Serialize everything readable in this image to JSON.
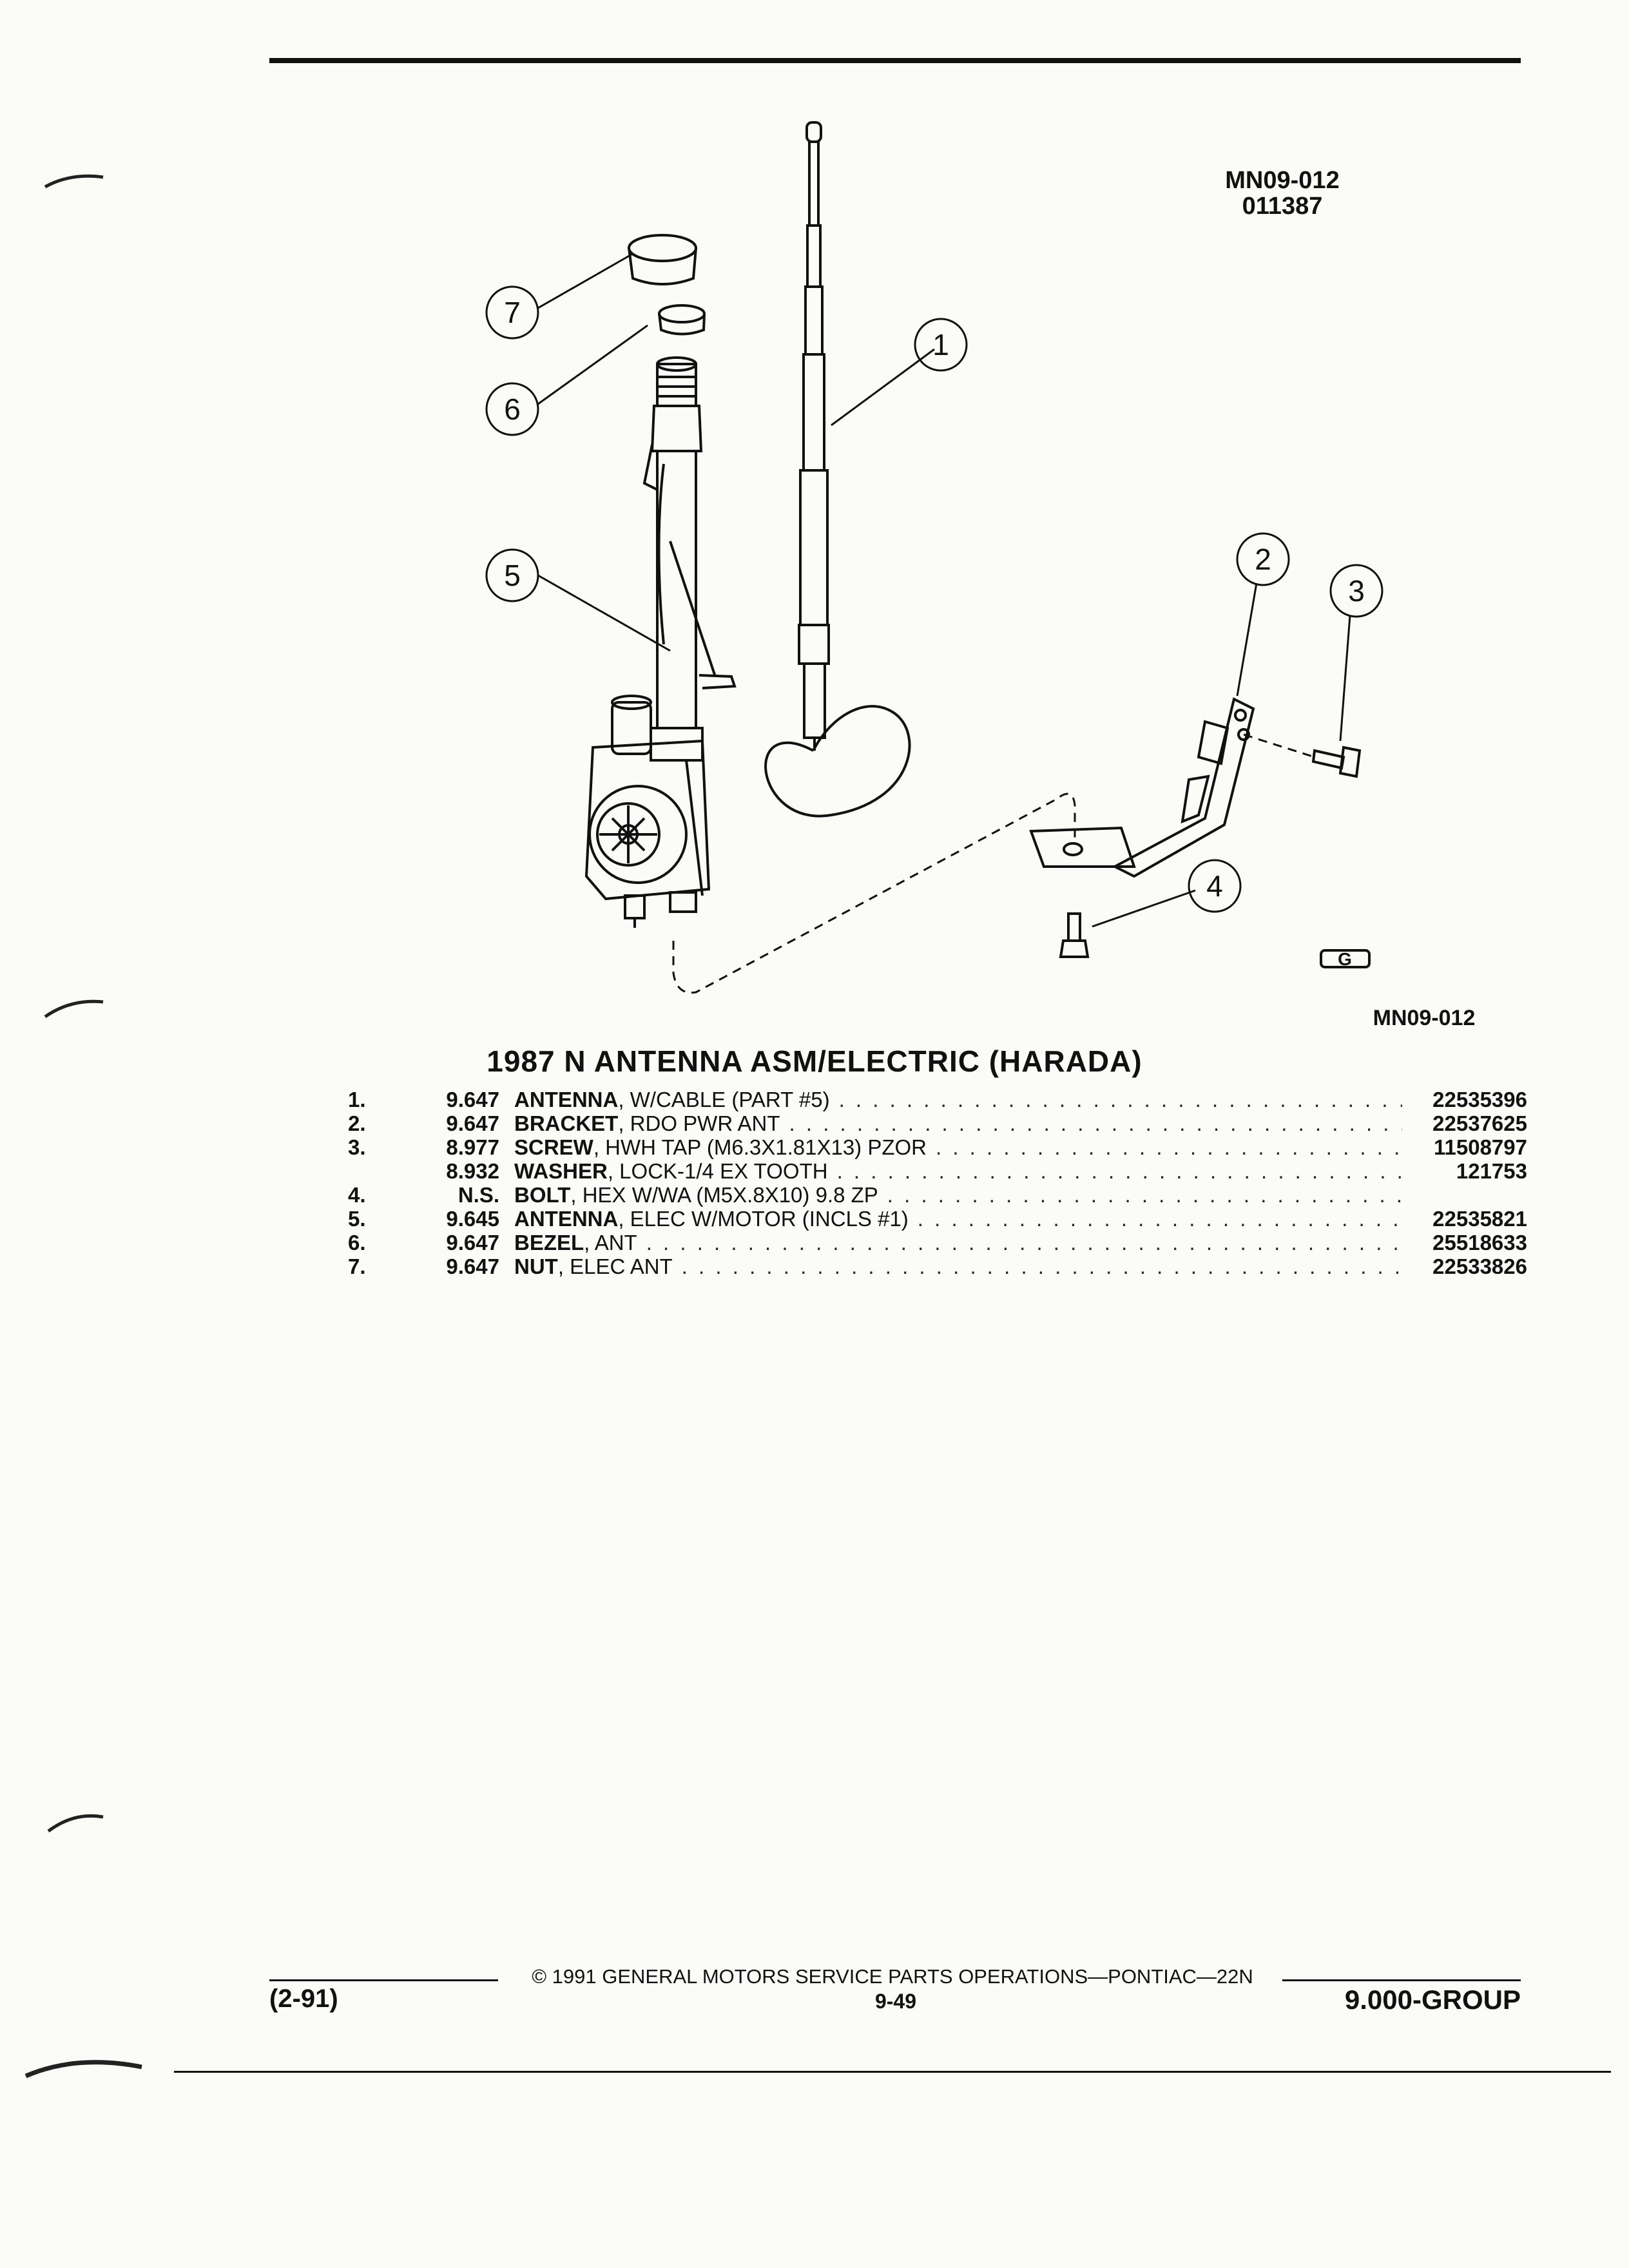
{
  "header": {
    "code_top": "MN09-012",
    "code_date": "011387",
    "code_bottom": "MN09-012"
  },
  "callouts": [
    "1",
    "2",
    "3",
    "4",
    "5",
    "6",
    "7"
  ],
  "title": "1987 N ANTENNA ASM/ELECTRIC (HARADA)",
  "parts": [
    {
      "no": "1.",
      "group": "9.647",
      "name": "ANTENNA",
      "detail": ", W/CABLE (PART #5)",
      "part_number": "22535396"
    },
    {
      "no": "2.",
      "group": "9.647",
      "name": "BRACKET",
      "detail": ", RDO PWR ANT",
      "part_number": "22537625"
    },
    {
      "no": "3.",
      "group": "8.977",
      "name": "SCREW",
      "detail": ", HWH TAP (M6.3X1.81X13) PZOR",
      "part_number": "11508797"
    },
    {
      "no": "",
      "group": "8.932",
      "name": "WASHER",
      "detail": ", LOCK-1/4 EX TOOTH",
      "part_number": "121753"
    },
    {
      "no": "4.",
      "group": "N.S.",
      "name": "BOLT",
      "detail": ", HEX W/WA (M5X.8X10) 9.8 ZP",
      "part_number": ""
    },
    {
      "no": "5.",
      "group": "9.645",
      "name": "ANTENNA",
      "detail": ", ELEC W/MOTOR (INCLS #1)",
      "part_number": "22535821"
    },
    {
      "no": "6.",
      "group": "9.647",
      "name": "BEZEL",
      "detail": ", ANT",
      "part_number": "25518633"
    },
    {
      "no": "7.",
      "group": "9.647",
      "name": "NUT",
      "detail": ", ELEC ANT",
      "part_number": "22533826"
    }
  ],
  "footer": {
    "revision": "(2-91)",
    "copyright": "© 1991 GENERAL MOTORS SERVICE PARTS OPERATIONS—PONTIAC—22N",
    "page": "9-49",
    "group": "9.000-GROUP"
  }
}
